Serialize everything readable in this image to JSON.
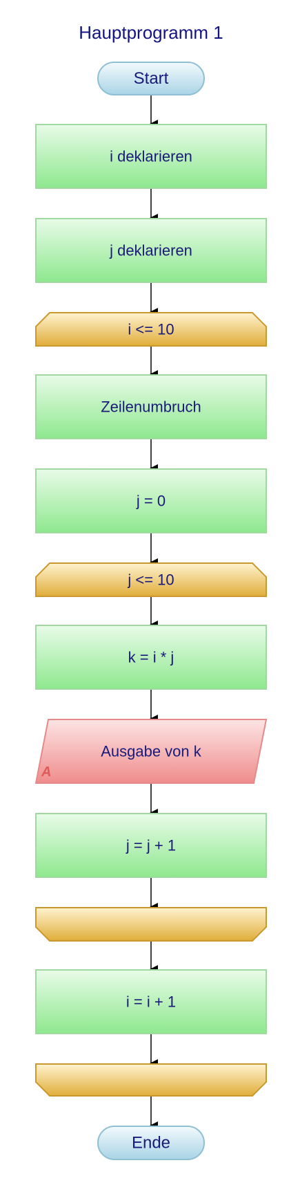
{
  "title": "Hauptprogramm 1",
  "colors": {
    "text": "#1a1a7a",
    "process_fill_top": "#e8fbe8",
    "process_fill_bottom": "#8ee88e",
    "process_stroke": "#9fd99f",
    "loop_fill_top": "#fff3cf",
    "loop_fill_bottom": "#e0ad3a",
    "loop_stroke": "#c9992e",
    "io_fill_top": "#fde4e4",
    "io_fill_bottom": "#ef8c8c",
    "io_stroke": "#e48a8a",
    "terminal_fill_top": "#f3fafd",
    "terminal_fill_bottom": "#a9d4e6",
    "terminal_stroke": "#8fbfd3"
  },
  "nodes": [
    {
      "type": "terminal",
      "label": "Start"
    },
    {
      "type": "process",
      "label": "i deklarieren"
    },
    {
      "type": "process",
      "label": "j deklarieren"
    },
    {
      "type": "loop-start",
      "label": "i <= 10"
    },
    {
      "type": "process",
      "label": "Zeilenumbruch"
    },
    {
      "type": "process",
      "label": "j = 0"
    },
    {
      "type": "loop-start",
      "label": "j <= 10"
    },
    {
      "type": "process",
      "label": "k = i * j"
    },
    {
      "type": "io",
      "label": "Ausgabe von k",
      "marker": "A"
    },
    {
      "type": "process",
      "label": "j = j + 1"
    },
    {
      "type": "loop-end",
      "label": ""
    },
    {
      "type": "process",
      "label": "i = i + 1"
    },
    {
      "type": "loop-end",
      "label": ""
    },
    {
      "type": "terminal",
      "label": "Ende"
    }
  ]
}
